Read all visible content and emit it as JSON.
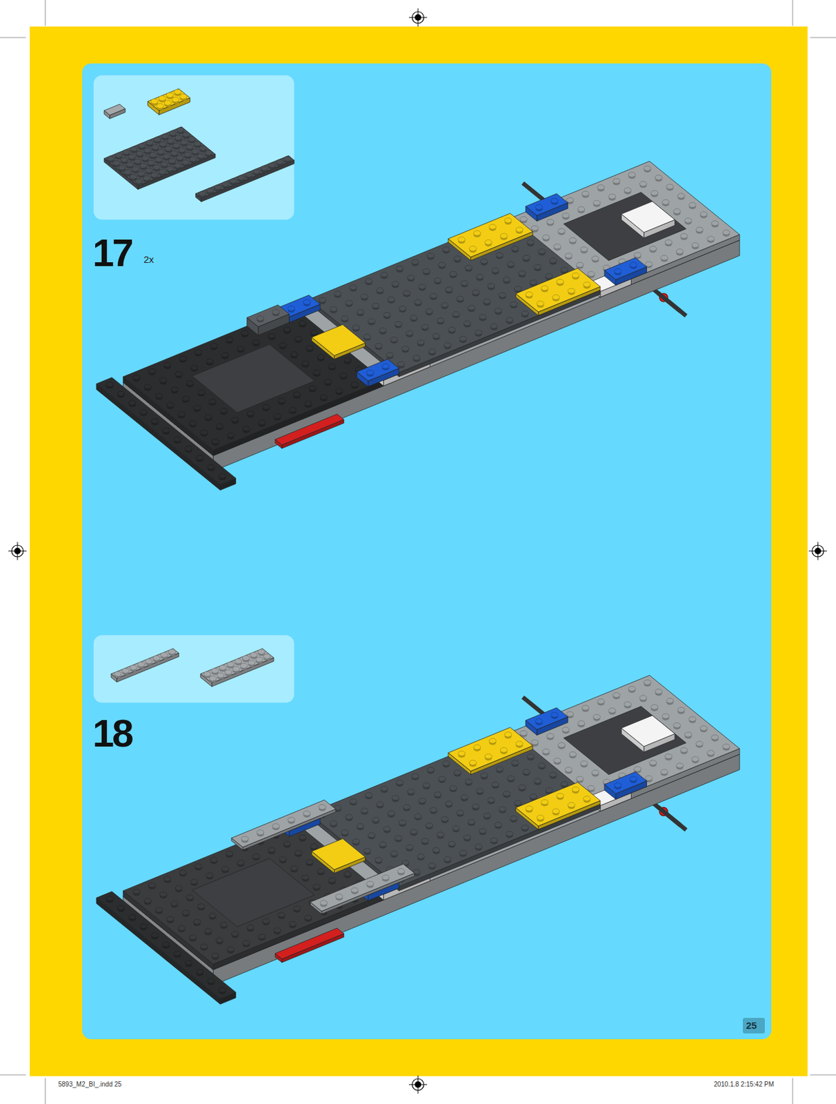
{
  "diagram": {
    "labels": [
      "17",
      "2x",
      "18",
      "25",
      "5893_M2_BI_.indd 25",
      "2010.1.8 2:15:42 PM"
    ]
  }
}
